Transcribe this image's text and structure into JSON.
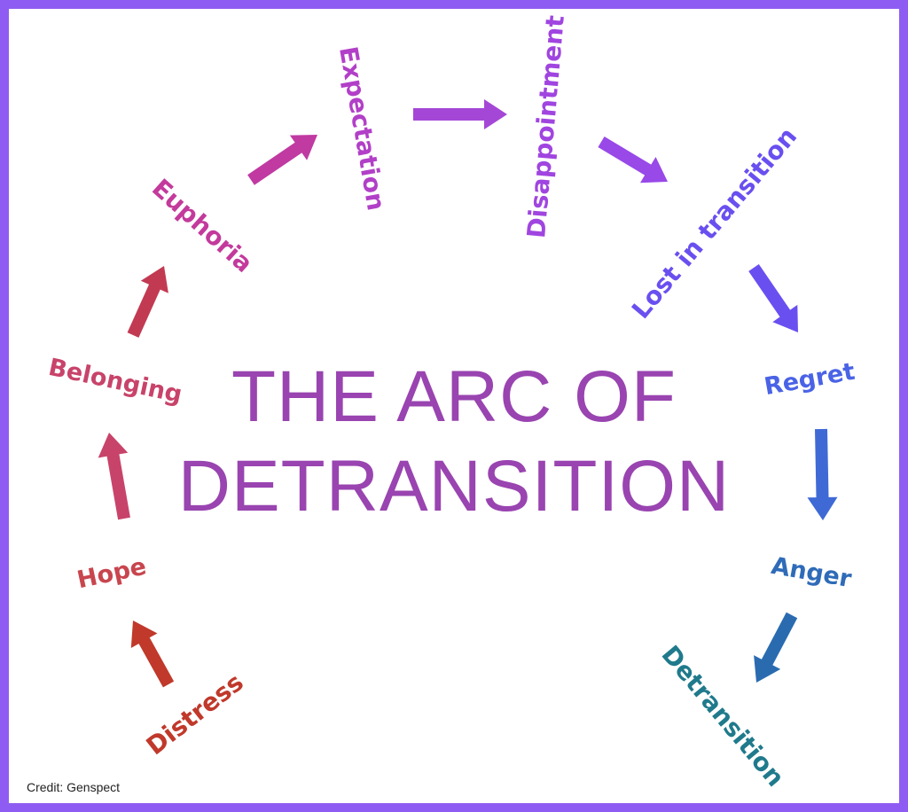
{
  "title": {
    "line1": "THE ARC OF",
    "line2": "DETRANSITION"
  },
  "steps": [
    {
      "label": "Distress",
      "color": "#c0392b"
    },
    {
      "label": "Hope",
      "color": "#c8464e"
    },
    {
      "label": "Belonging",
      "color": "#c8436a"
    },
    {
      "label": "Euphoria",
      "color": "#c33a9c"
    },
    {
      "label": "Expectation",
      "color": "#b23fc8"
    },
    {
      "label": "Disappointment",
      "color": "#a045e0"
    },
    {
      "label": "Lost in transition",
      "color": "#6a4ff0"
    },
    {
      "label": "Regret",
      "color": "#4a63e6"
    },
    {
      "label": "Anger",
      "color": "#2f6bb8"
    },
    {
      "label": "Detransition",
      "color": "#1f7a8c"
    }
  ],
  "arrow_colors": [
    "#c0392b",
    "#c23a52",
    "#c8436a",
    "#c03aa2",
    "#a547d6",
    "#9849e8",
    "#6a4ff0",
    "#3f6ad6",
    "#2a6bb0"
  ],
  "credit": "Credit: Genspect",
  "colors": {
    "frame": "#8e5cf2",
    "title": "#9944b0"
  }
}
